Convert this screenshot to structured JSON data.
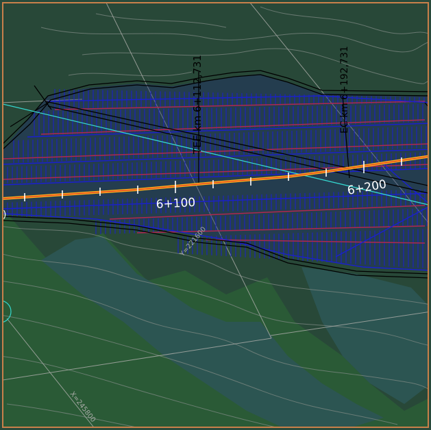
{
  "map": {
    "colors": {
      "background": "#284838",
      "terrain_dark": "#2a5a36",
      "terrain_teal": "#2c5552",
      "border": "#c9804a",
      "contour": "#7f8a84",
      "grid": "#a8aaa6",
      "hatch": "#1a1fd0",
      "hatch_edge": "#b02850",
      "outline": "#000000",
      "alignment_core": "#e03a2a",
      "alignment_glow": "#ffb21a",
      "cyan": "#35d8d0",
      "tick": "#ffffff",
      "label_black": "#000000",
      "label_white": "#ffffff"
    },
    "labels": {
      "tee": "TEE km 6+112,731",
      "ec": "EC km 6+192,731",
      "station_6100": "6+100",
      "station_6200": "6+200",
      "grid_y": "Y=221600",
      "grid_x": "X=245800",
      "left_edge": ")"
    }
  }
}
